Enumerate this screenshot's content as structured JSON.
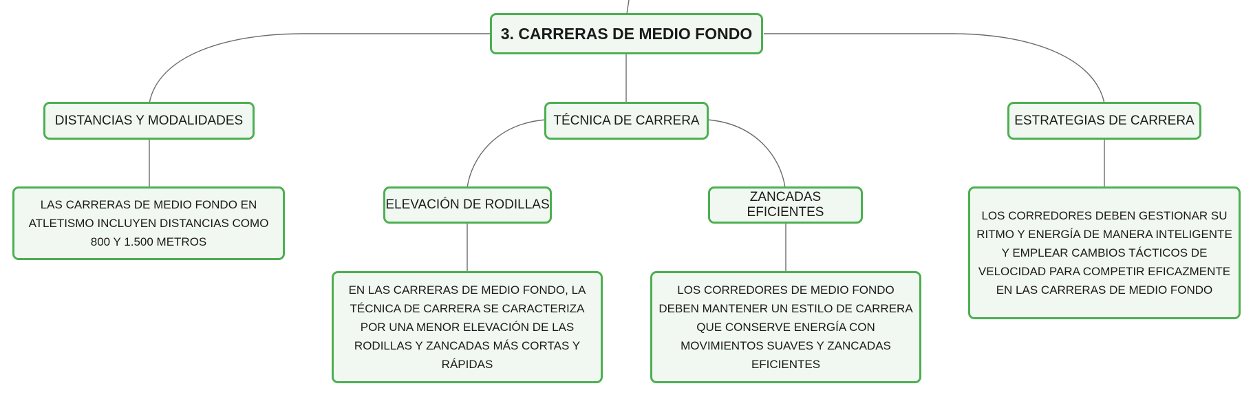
{
  "colors": {
    "node_border": "#4caf50",
    "node_fill": "#f1f8f1",
    "connector": "#6b6b6b"
  },
  "root": {
    "label": "3. CARRERAS DE MEDIO FONDO"
  },
  "topics": {
    "distancias": {
      "label": "DISTANCIAS Y MODALIDADES",
      "detail": "LAS CARRERAS DE MEDIO FONDO EN ATLETISMO INCLUYEN DISTANCIAS COMO 800 Y 1.500 METROS"
    },
    "tecnica": {
      "label": "TÉCNICA DE CARRERA",
      "subtopics": {
        "rodillas": {
          "label": "ELEVACIÓN DE RODILLAS",
          "detail": "EN LAS CARRERAS DE MEDIO FONDO, LA TÉCNICA DE CARRERA SE CARACTERIZA POR UNA MENOR ELEVACIÓN DE LAS RODILLAS Y ZANCADAS MÁS CORTAS Y RÁPIDAS"
        },
        "zancadas": {
          "label": "ZANCADAS EFICIENTES",
          "detail": "LOS CORREDORES DE MEDIO FONDO DEBEN MANTENER UN ESTILO DE CARRERA QUE CONSERVE ENERGÍA CON MOVIMIENTOS SUAVES Y ZANCADAS EFICIENTES"
        }
      }
    },
    "estrategias": {
      "label": "ESTRATEGIAS DE CARRERA",
      "detail": "LOS CORREDORES DEBEN GESTIONAR SU RITMO Y ENERGÍA DE MANERA INTELIGENTE Y EMPLEAR CAMBIOS TÁCTICOS DE VELOCIDAD PARA COMPETIR EFICAZMENTE EN LAS CARRERAS DE MEDIO FONDO"
    }
  }
}
